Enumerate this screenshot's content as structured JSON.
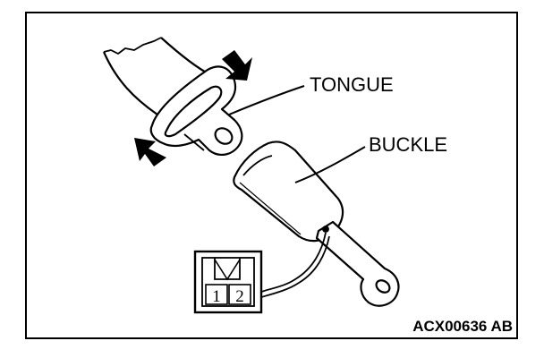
{
  "labels": {
    "tongue": "TONGUE",
    "buckle": "BUCKLE"
  },
  "connector": {
    "pin1": "1",
    "pin2": "2"
  },
  "figure_code": "ACX00636 AB",
  "colors": {
    "ink": "#000000",
    "paper": "#ffffff"
  }
}
